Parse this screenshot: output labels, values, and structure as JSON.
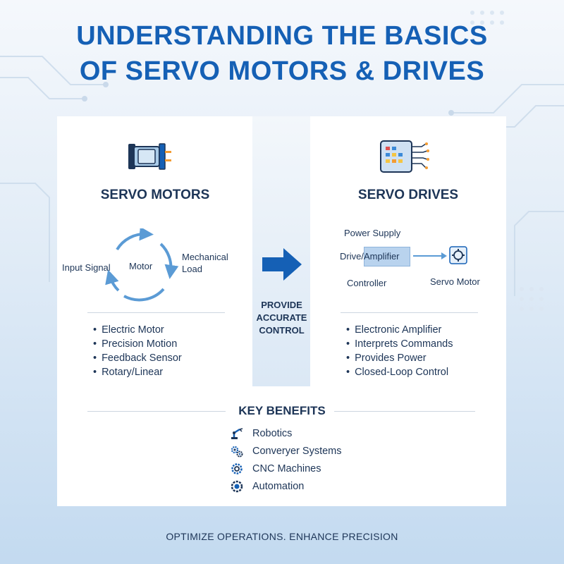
{
  "title": {
    "line1": "UNDERSTANDING THE BASICS",
    "line2": "OF SERVO MOTORS & DRIVES"
  },
  "motors": {
    "heading": "SERVO MOTORS",
    "icon": "motor-icon",
    "cycle": {
      "input": "Input Signal",
      "center": "Motor",
      "output_line1": "Mechanical",
      "output_line2": "Load"
    },
    "bullets": [
      "Electric Motor",
      "Precision Motion",
      "Feedback Sensor",
      "Rotary/Linear"
    ]
  },
  "middle": {
    "line1": "PROVIDE",
    "line2": "ACCURATE",
    "line3": "CONTROL"
  },
  "drives": {
    "heading": "SERVO DRIVES",
    "icon": "control-panel-icon",
    "diagram": {
      "power": "Power Supply",
      "drive": "Drive/Amplifier",
      "controller": "Controller",
      "motor": "Servo Motor"
    },
    "bullets": [
      "Electronic Amplifier",
      "Interprets Commands",
      "Provides Power",
      "Closed-Loop Control"
    ]
  },
  "benefits": {
    "heading": "KEY BENEFITS",
    "items": [
      {
        "label": "Robotics",
        "icon": "robot-arm-icon"
      },
      {
        "label": "Converyer Systems",
        "icon": "gears-icon"
      },
      {
        "label": "CNC Machines",
        "icon": "gear-icon"
      },
      {
        "label": "Automation",
        "icon": "automation-gear-icon"
      }
    ]
  },
  "footer": "OPTIMIZE OPERATIONS. ENHANCE PRECISION",
  "colors": {
    "accent": "#1560b5",
    "text": "#1d3557",
    "light_blue": "#5b9bd5"
  }
}
